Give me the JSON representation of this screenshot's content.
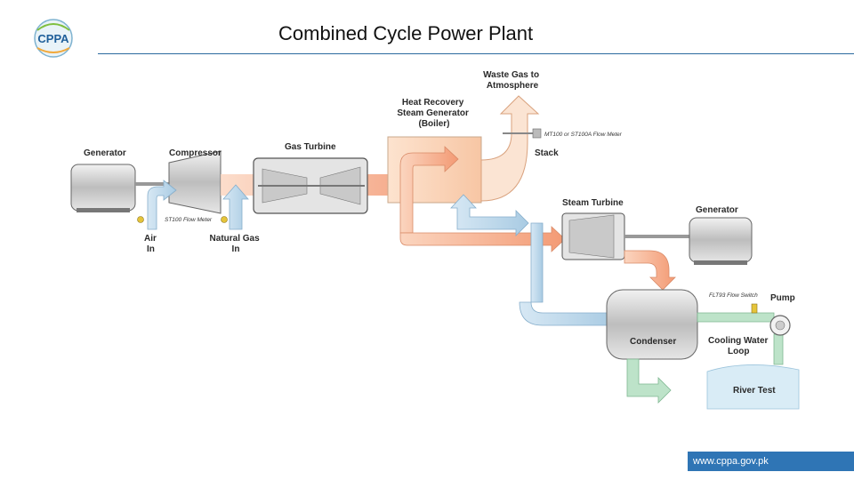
{
  "header": {
    "title": "Combined Cycle Power Plant",
    "logo_text": "CPPA"
  },
  "footer": {
    "url": "www.cppa.gov.pk"
  },
  "diagram": {
    "labels": {
      "generator_left": "Generator",
      "compressor": "Compressor",
      "gas_turbine": "Gas Turbine",
      "hrsg": [
        "Heat Recovery",
        "Steam Generator",
        "(Boiler)"
      ],
      "waste_gas": [
        "Waste Gas to",
        "Atmosphere"
      ],
      "stack": "Stack",
      "flow_meter_stack": "MT100 or ST100A Flow Meter",
      "steam_turbine": "Steam Turbine",
      "generator_right": "Generator",
      "st100_meter": "ST100 Flow Meter",
      "air_in": [
        "Air",
        "In"
      ],
      "natural_gas_in": [
        "Natural Gas",
        "In"
      ],
      "flt93_switch": "FLT93 Flow Switch",
      "pump": "Pump",
      "condenser": "Condenser",
      "cooling_loop": [
        "Cooling Water",
        "Loop"
      ],
      "river": "River Test"
    }
  },
  "colors": {
    "accent": "#2b6a9e",
    "footer_bg": "#2f75b5",
    "hot": "#f4a582",
    "cool": "#bcd7ea",
    "water": "#bde3c9"
  }
}
